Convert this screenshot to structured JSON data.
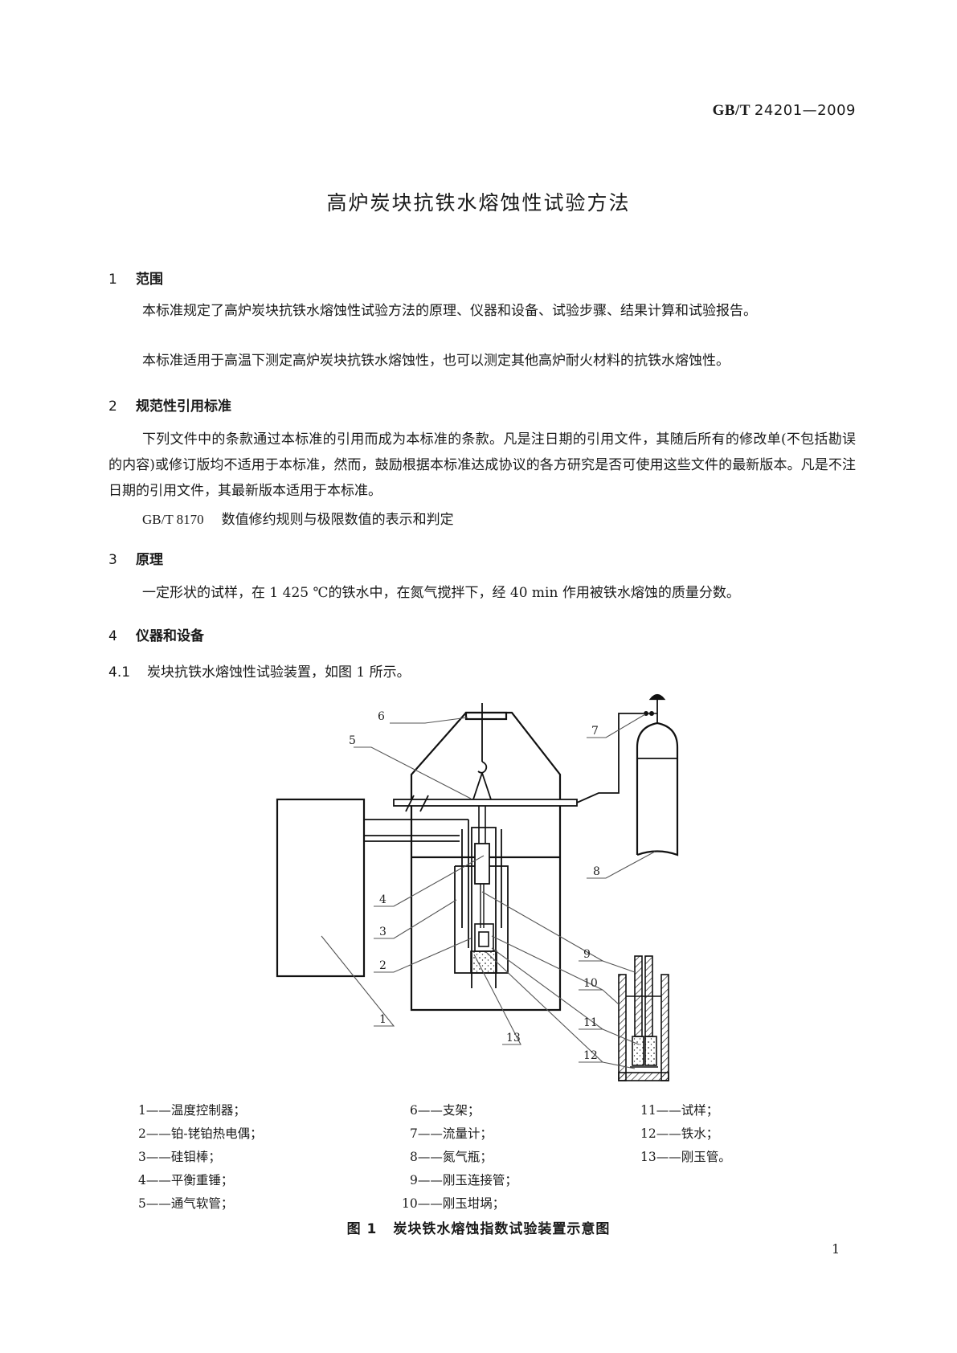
{
  "header": {
    "std_prefix": "GB/T",
    "std_number": "24201—2009"
  },
  "title": "高炉炭块抗铁水熔蚀性试验方法",
  "sections": [
    {
      "num": "1",
      "heading": "范围",
      "paragraphs": [
        "本标准规定了高炉炭块抗铁水熔蚀性试验方法的原理、仪器和设备、试验步骤、结果计算和试验报告。",
        "本标准适用于高温下测定高炉炭块抗铁水熔蚀性，也可以测定其他高炉耐火材料的抗铁水熔蚀性。"
      ]
    },
    {
      "num": "2",
      "heading": "规范性引用标准",
      "paragraphs": [
        "下列文件中的条款通过本标准的引用而成为本标准的条款。凡是注日期的引用文件，其随后所有的修改单(不包括勘误的内容)或修订版均不适用于本标准，然而，鼓励根据本标准达成协议的各方研究是否可使用这些文件的最新版本。凡是不注日期的引用文件，其最新版本适用于本标准。"
      ],
      "references": [
        {
          "code": "GB/T 8170",
          "title": "数值修约规则与极限数值的表示和判定"
        }
      ]
    },
    {
      "num": "3",
      "heading": "原理",
      "paragraphs": [
        "一定形状的试样，在 1 425 ℃的铁水中，在氮气搅拌下，经 40 min 作用被铁水熔蚀的质量分数。"
      ]
    },
    {
      "num": "4",
      "heading": "仪器和设备",
      "subsections": [
        {
          "num": "4.1",
          "text": "炭块抗铁水熔蚀性试验装置，如图 1 所示。"
        }
      ]
    }
  ],
  "figure": {
    "number": "图 1",
    "caption": "炭块铁水熔蚀指数试验装置示意图",
    "callouts": [
      "1",
      "2",
      "3",
      "4",
      "5",
      "6",
      "7",
      "8",
      "9",
      "10",
      "11",
      "12",
      "13"
    ],
    "legend": [
      {
        "n": "1",
        "label": "温度控制器；"
      },
      {
        "n": "2",
        "label": "铂-铑铂热电偶；"
      },
      {
        "n": "3",
        "label": "硅钼棒；"
      },
      {
        "n": "4",
        "label": "平衡重锤；"
      },
      {
        "n": "5",
        "label": "通气软管；"
      },
      {
        "n": "6",
        "label": "支架；"
      },
      {
        "n": "7",
        "label": "流量计；"
      },
      {
        "n": "8",
        "label": "氮气瓶；"
      },
      {
        "n": "9",
        "label": "刚玉连接管；"
      },
      {
        "n": "10",
        "label": "刚玉坩埚；"
      },
      {
        "n": "11",
        "label": "试样；"
      },
      {
        "n": "12",
        "label": "铁水；"
      },
      {
        "n": "13",
        "label": "刚玉管。"
      }
    ],
    "dash": "——"
  },
  "page_number": "1"
}
